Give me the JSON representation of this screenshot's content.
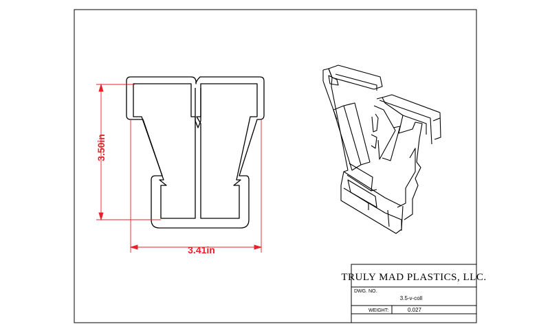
{
  "dimensions": {
    "height": "3.50in",
    "width": "3.41in",
    "color": "#e8202a"
  },
  "title_block": {
    "company": "TRULY MAD PLASTICS, LLC.",
    "dwg_no_label": "DWG. NO.",
    "dwg_no_value": "3.5-v-coll",
    "weight_label": "WEIGHT:",
    "weight_value": "0.027"
  },
  "colors": {
    "line": "#000000",
    "paper": "#ffffff"
  }
}
